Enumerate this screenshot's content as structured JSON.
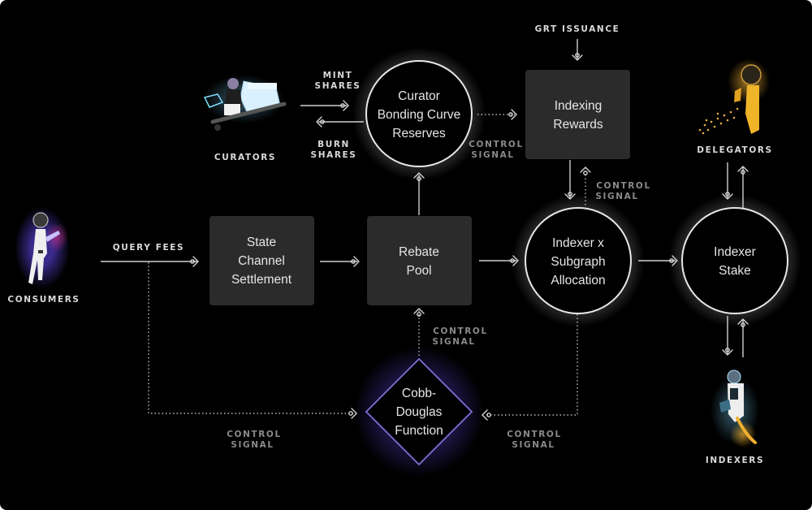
{
  "diagram": {
    "actors": {
      "consumers": "CONSUMERS",
      "curators": "CURATORS",
      "delegators": "DELEGATORS",
      "indexers": "INDEXERS"
    },
    "nodes": {
      "state_channel": [
        "State",
        "Channel",
        "Settlement"
      ],
      "rebate_pool": [
        "Rebate",
        "Pool"
      ],
      "curator_reserves": [
        "Curator",
        "Bonding Curve",
        "Reserves"
      ],
      "indexing_rewards": [
        "Indexing",
        "Rewards"
      ],
      "allocation": [
        "Indexer x",
        "Subgraph",
        "Allocation"
      ],
      "indexer_stake": [
        "Indexer",
        "Stake"
      ],
      "cobb_douglas": [
        "Cobb-",
        "Douglas",
        "Function"
      ]
    },
    "edge_labels": {
      "query_fees": "QUERY FEES",
      "mint_shares": [
        "MINT",
        "SHARES"
      ],
      "burn_shares": [
        "BURN",
        "SHARES"
      ],
      "grt_issuance": "GRT ISSUANCE",
      "control_signal": [
        "CONTROL",
        "SIGNAL"
      ]
    },
    "colors": {
      "background": "#000000",
      "box_fill": "#2b2b2b",
      "diamond_stroke": "#7d6fd6",
      "text": "#e6e6e6"
    }
  }
}
